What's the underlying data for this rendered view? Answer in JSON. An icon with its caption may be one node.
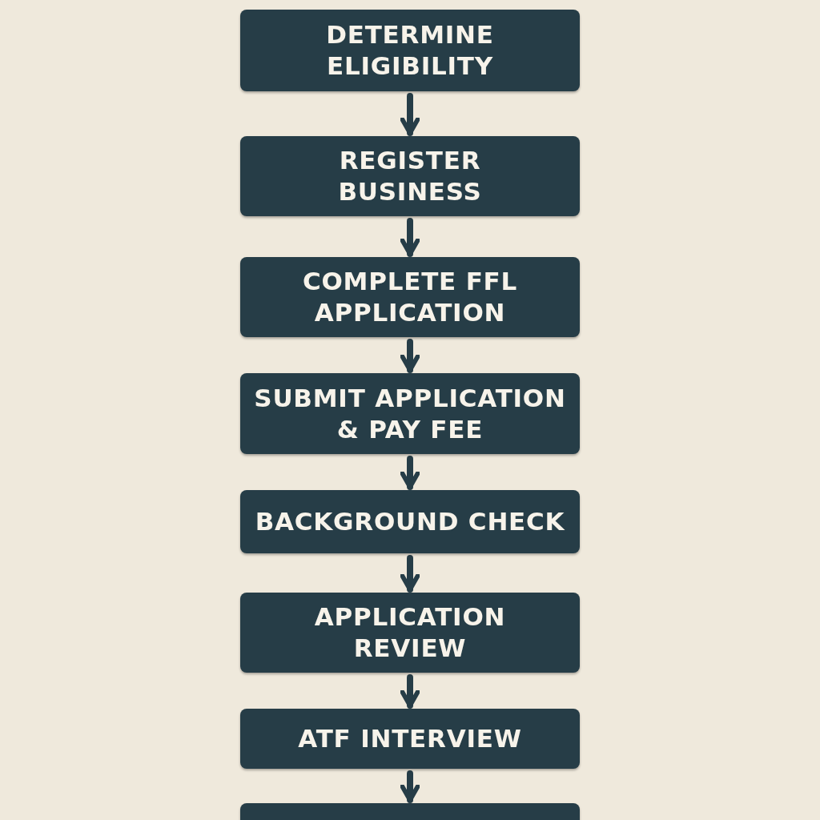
{
  "diagram": {
    "nodes": [
      {
        "text": [
          "DETERMINE ELIGIBILITY"
        ]
      },
      {
        "text": [
          "REGISTER BUSINESS"
        ]
      },
      {
        "text": [
          "COMPLETE FFL APPLICATION"
        ]
      },
      {
        "text": [
          "SUBMIT APPLICATION & PAY FEE"
        ]
      },
      {
        "text": [
          "BACKGROUND CHECK"
        ]
      },
      {
        "text": [
          "APPLICATION REVIEW"
        ]
      },
      {
        "text": [
          "ATF INTERVIEW"
        ]
      },
      {
        "text": [],
        "shape": "box"
      }
    ],
    "edges": [
      {
        "from": 0,
        "to": 1,
        "arrow": "to"
      },
      {
        "from": 1,
        "to": 2,
        "arrow": "to"
      },
      {
        "from": 2,
        "to": 3,
        "arrow": "to"
      },
      {
        "from": 3,
        "to": 4,
        "arrow": "to"
      },
      {
        "from": 4,
        "to": 5,
        "arrow": "to"
      },
      {
        "from": 5,
        "to": 6,
        "arrow": "to"
      },
      {
        "from": 6,
        "to": 7,
        "arrow": "to"
      }
    ]
  }
}
